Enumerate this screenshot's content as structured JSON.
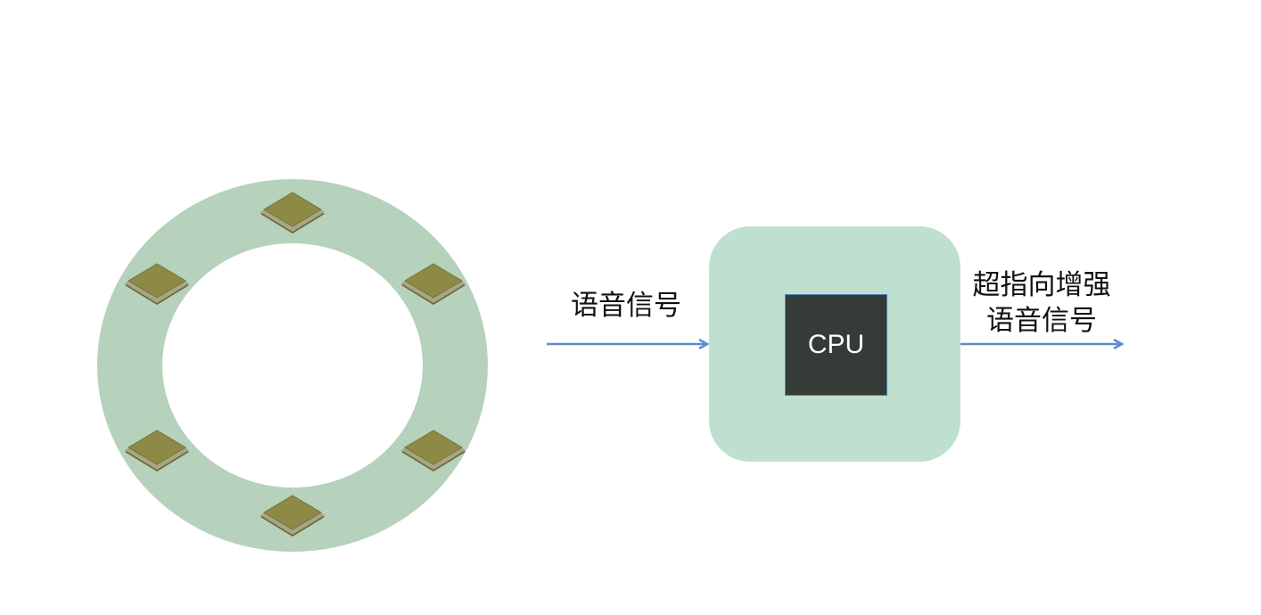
{
  "colors": {
    "ring": "#b6d1bc",
    "processor_box": "#bfe0cf",
    "cpu_chip": "#353c37",
    "arrow": "#5b8bd0",
    "mic_top": "#8d8a45",
    "mic_side": "#6d6a2e"
  },
  "mic_array": {
    "microphone_count": 6
  },
  "labels": {
    "input_signal": "语音信号",
    "cpu": "CPU",
    "output_line1": "超指向增强",
    "output_line2": "语音信号"
  }
}
